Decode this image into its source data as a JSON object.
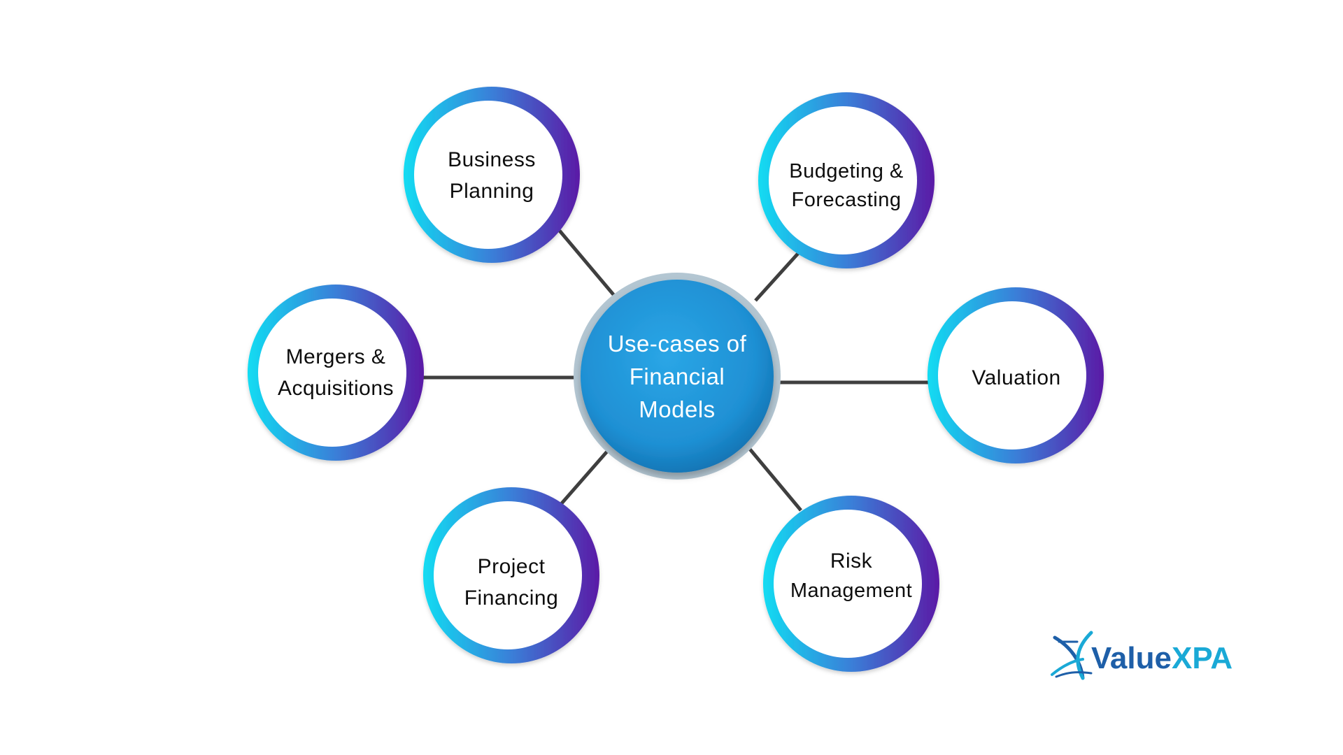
{
  "center": {
    "lines": [
      "Use-cases of",
      "Financial",
      "Models"
    ]
  },
  "nodes": [
    {
      "id": "business-planning",
      "lines": [
        "Business",
        "Planning"
      ]
    },
    {
      "id": "budgeting-forecasting",
      "lines": [
        "Budgeting &",
        "Forecasting"
      ]
    },
    {
      "id": "mergers-acquisitions",
      "lines": [
        "Mergers &",
        "Acquisitions"
      ]
    },
    {
      "id": "valuation",
      "lines": [
        "Valuation"
      ]
    },
    {
      "id": "project-financing",
      "lines": [
        "Project",
        "Financing"
      ]
    },
    {
      "id": "risk-management",
      "lines": [
        "Risk",
        "Management"
      ]
    }
  ],
  "logo": {
    "text_main": "Value",
    "text_accent": "XPA",
    "icon": "dna-x-icon"
  },
  "colors": {
    "ring_start": "#11dcf2",
    "ring_end": "#5b1aa6",
    "center_fill": "#1f90d4",
    "center_halo": "#9fb8c8",
    "connector": "#3f3f3f",
    "logo_blue": "#1e5fa8",
    "logo_cyan": "#1aa9d6"
  }
}
